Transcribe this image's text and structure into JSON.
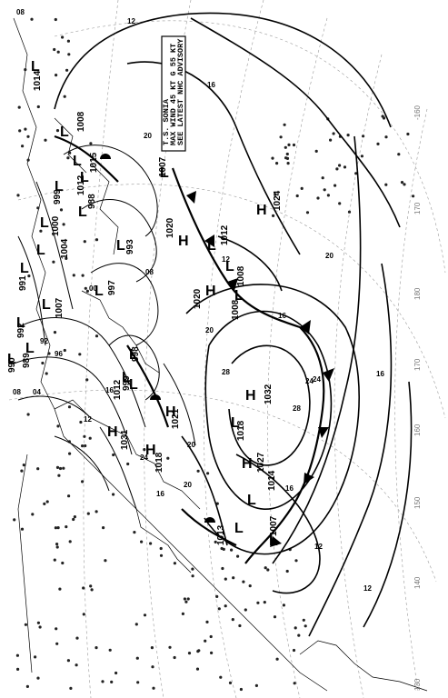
{
  "advisory": {
    "lines": [
      "T.S. SONIA",
      "MAX WIND 45 KT G 55 KT",
      "SEE LATEST NHC ADVISORY"
    ]
  },
  "systems": [
    {
      "type": "H",
      "pressure": "1024"
    },
    {
      "type": "H",
      "pressure": "1020"
    },
    {
      "type": "H",
      "pressure": "1020"
    },
    {
      "type": "H",
      "pressure": "1032"
    },
    {
      "type": "H",
      "pressure": "1027"
    },
    {
      "type": "H",
      "pressure": "1031"
    },
    {
      "type": "H",
      "pressure": "1021"
    },
    {
      "type": "H",
      "pressure": "1018"
    },
    {
      "type": "L",
      "pressure": "1012"
    },
    {
      "type": "L",
      "pressure": "1008"
    },
    {
      "type": "L",
      "pressure": "1008"
    },
    {
      "type": "L",
      "pressure": "1018"
    },
    {
      "type": "L",
      "pressure": "1014"
    },
    {
      "type": "L",
      "pressure": "1007"
    },
    {
      "type": "L",
      "pressure": "1013"
    },
    {
      "type": "L",
      "pressure": "1007"
    },
    {
      "type": "L",
      "pressure": "1008"
    },
    {
      "type": "L",
      "pressure": "1015"
    },
    {
      "type": "L",
      "pressure": "1012"
    },
    {
      "type": "L",
      "pressure": "988"
    },
    {
      "type": "L",
      "pressure": "999"
    },
    {
      "type": "L",
      "pressure": "993"
    },
    {
      "type": "L",
      "pressure": "997"
    },
    {
      "type": "L",
      "pressure": "998"
    },
    {
      "type": "L",
      "pressure": "999"
    },
    {
      "type": "L",
      "pressure": "1000"
    },
    {
      "type": "L",
      "pressure": "1004"
    },
    {
      "type": "L",
      "pressure": "1007"
    },
    {
      "type": "L",
      "pressure": "992"
    },
    {
      "type": "L",
      "pressure": "989"
    },
    {
      "type": "L",
      "pressure": "990"
    },
    {
      "type": "L",
      "pressure": "991"
    },
    {
      "type": "L",
      "pressure": "1014"
    },
    {
      "type": "L",
      "pressure": "1012"
    }
  ],
  "isobar_labels": [
    "12",
    "16",
    "20",
    "24",
    "28",
    "20",
    "16",
    "12",
    "08",
    "04",
    "00",
    "96",
    "92",
    "08",
    "12",
    "16",
    "20",
    "24",
    "28",
    "16",
    "12",
    "20",
    "16",
    "24",
    "20",
    "16",
    "12",
    "08"
  ],
  "longitude_labels": [
    "-160",
    "170",
    "180",
    "170",
    "160",
    "150",
    "140",
    "130"
  ]
}
